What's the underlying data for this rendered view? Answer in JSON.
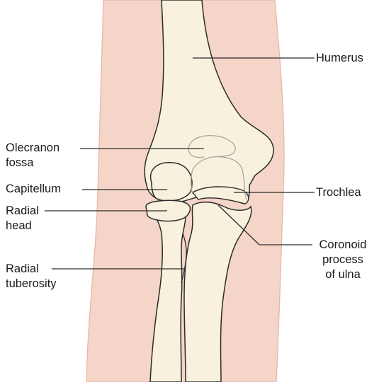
{
  "colors": {
    "skin": "#f5d5c8",
    "skin_edge": "#e8b4a6",
    "bone": "#f7f1dd",
    "bone_outline": "#2b2b2b",
    "fossa_outline": "#a8a8a0",
    "leader": "#2b2b2b"
  },
  "labels": {
    "humerus": "Humerus",
    "olecranon_fossa": "Olecranon\nfossa",
    "capitellum": "Capitellum",
    "trochlea": "Trochlea",
    "radial_head": "Radial\nhead",
    "coronoid_process": "Coronoid\nprocess\nof ulna",
    "radial_tuberosity": "Radial\ntuberosity"
  }
}
